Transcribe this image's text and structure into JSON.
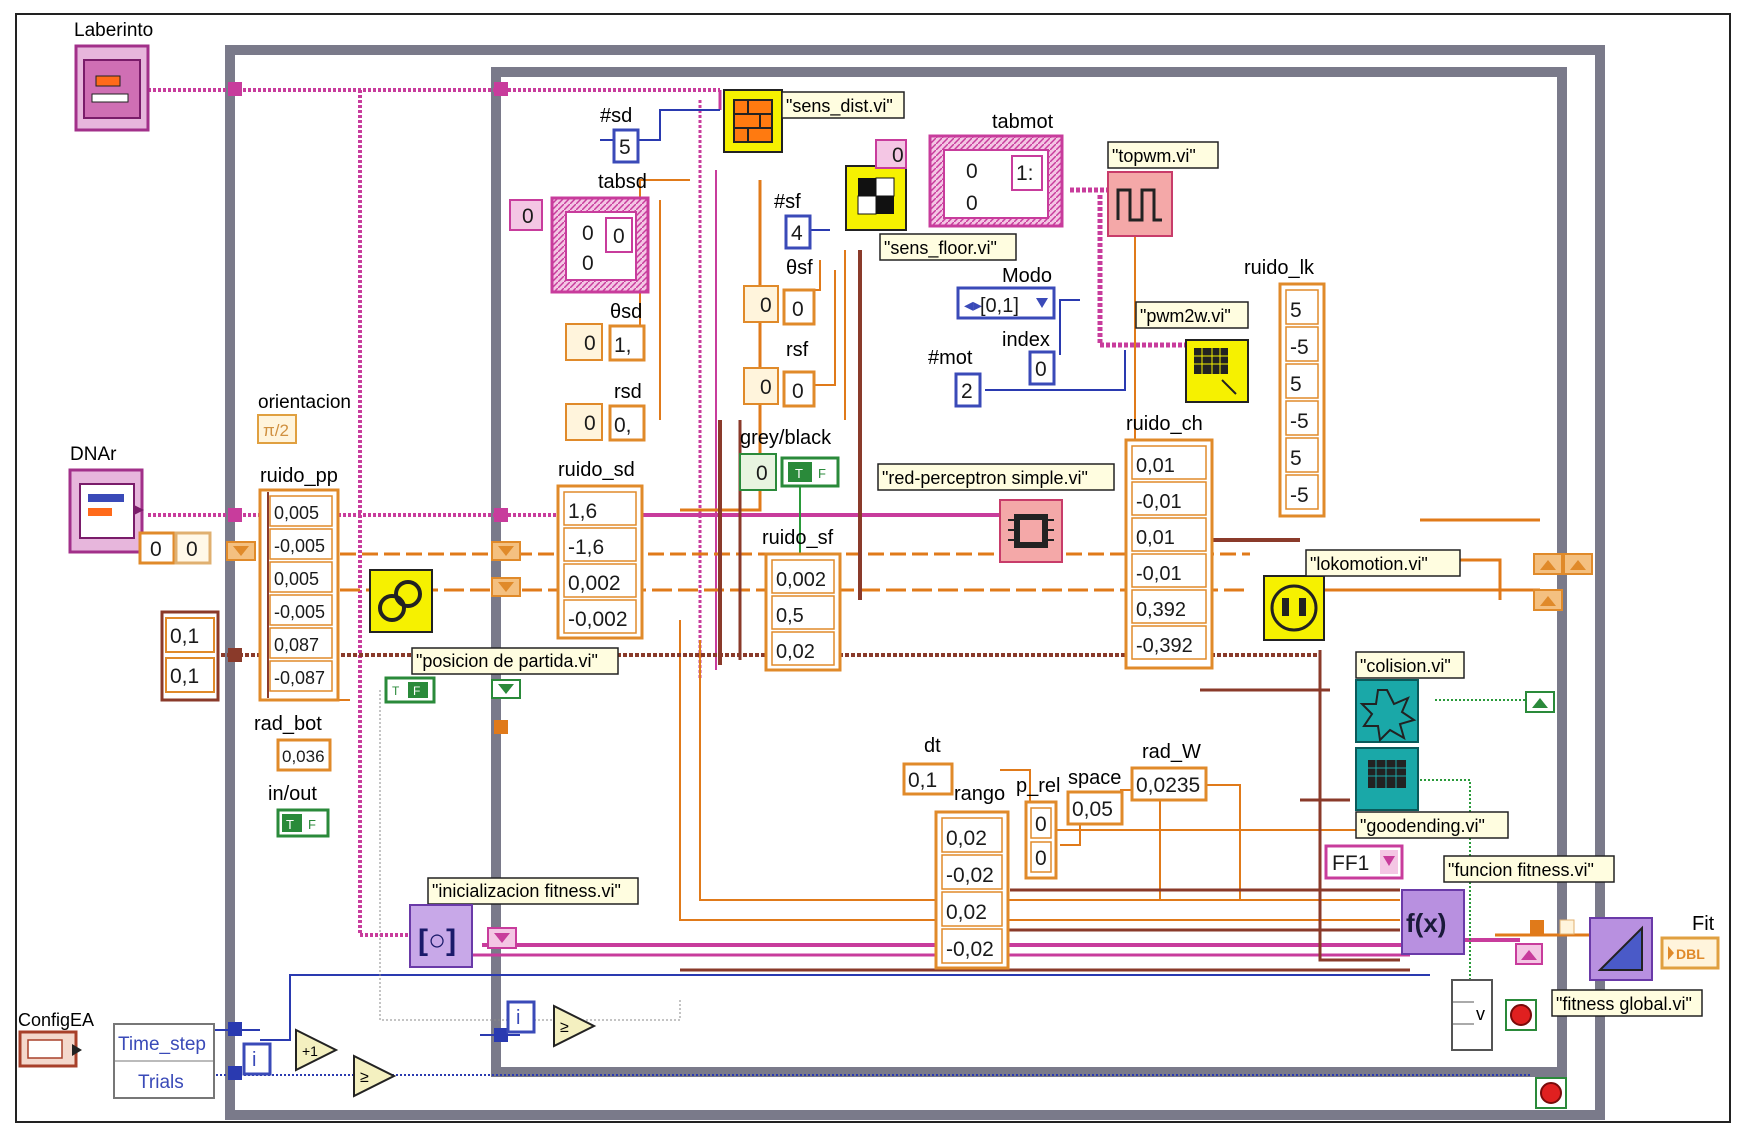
{
  "labels": {
    "laberinto": "Laberinto",
    "dnar": "DNAr",
    "configea": "ConfigEA",
    "orientacion": "orientacion",
    "ruido_pp": "ruido_pp",
    "rad_bot": "rad_bot",
    "in_out": "in/out",
    "num_sd": "#sd",
    "tabsd": "tabsd",
    "theta_sd": "θsd",
    "rsd": "rsd",
    "ruido_sd": "ruido_sd",
    "num_sf": "#sf",
    "theta_sf": "θsf",
    "rsf": "rsf",
    "grey_black": "grey/black",
    "ruido_sf": "ruido_sf",
    "tabmot": "tabmot",
    "modo": "Modo",
    "index": "index",
    "num_mot": "#mot",
    "ruido_ch": "ruido_ch",
    "ruido_lk": "ruido_lk",
    "dt": "dt",
    "rango": "rango",
    "p_rel": "p_rel",
    "space": "space",
    "rad_w": "rad_W",
    "fit": "Fit"
  },
  "subvis": {
    "sens_dist": "\"sens_dist.vi\"",
    "sens_floor": "\"sens_floor.vi\"",
    "topwm": "\"topwm.vi\"",
    "pwm2w": "\"pwm2w.vi\"",
    "perceptron": "\"red-perceptron simple.vi\"",
    "lokomotion": "\"lokomotion.vi\"",
    "posicion": "\"posicion de partida.vi\"",
    "colision": "\"colision.vi\"",
    "goodending": "\"goodending.vi\"",
    "funcion_fitness": "\"funcion fitness.vi\"",
    "inicializacion": "\"inicializacion fitness.vi\"",
    "fitness_global": "\"fitness global.vi\""
  },
  "values": {
    "sd_count": "5",
    "tabsd_idx": "0",
    "tabsd_a": "0",
    "tabsd_b": "0",
    "tabsd_c": "0",
    "theta_sd_idx": "0",
    "theta_sd_val": "1,",
    "rsd_idx": "0",
    "rsd_val": "0,",
    "sf_count": "4",
    "theta_sf_idx": "0",
    "theta_sf_val": "0",
    "rsf_idx": "0",
    "rsf_val": "0",
    "grey_idx": "0",
    "tabmot_idx": "0",
    "tabmot_a": "0",
    "tabmot_b": "0",
    "tabmot_c": "1:",
    "modo_val": "[0,1]",
    "index_val": "0",
    "mot_count": "2",
    "orientacion_val": "π/2",
    "dnar_idx1": "0",
    "dnar_idx2": "0",
    "pp_in_a": "0,1",
    "pp_in_b": "0,1",
    "rad_bot_val": "0,036",
    "dt_val": "0,1",
    "p_rel_a": "0",
    "p_rel_b": "0",
    "space_val": "0,05",
    "rad_w_val": "0,0235",
    "ff_select": "FF1",
    "fit_type": "DBL",
    "time_step": "Time_step",
    "trials": "Trials",
    "loop_i_outer": "i",
    "loop_i_inner": "i",
    "tf_t": "T",
    "tf_f": "F"
  },
  "arrays": {
    "ruido_pp": [
      "0,005",
      "-0,005",
      "0,005",
      "-0,005",
      "0,087",
      "-0,087"
    ],
    "ruido_sd": [
      "1,6",
      "-1,6",
      "0,002",
      "-0,002"
    ],
    "ruido_sf": [
      "0,002",
      "0,5",
      "0,02"
    ],
    "ruido_ch": [
      "0,01",
      "-0,01",
      "0,01",
      "-0,01",
      "0,392",
      "-0,392"
    ],
    "ruido_lk": [
      "5",
      "-5",
      "5",
      "-5",
      "5",
      "-5"
    ],
    "rango": [
      "0,02",
      "-0,02",
      "0,02",
      "-0,02"
    ]
  },
  "colors": {
    "wire_pink": "#c83c9c",
    "wire_orange": "#e07a1a",
    "wire_brown": "#8a3a2a",
    "wire_blue": "#2a3ab0",
    "wire_green": "#2a9a3a",
    "loop_frame": "#808090",
    "control_orange": "#e08a2a",
    "control_blue": "#3a4ab8",
    "control_green": "#2a8a3a",
    "tip_bg": "#fffde0"
  }
}
